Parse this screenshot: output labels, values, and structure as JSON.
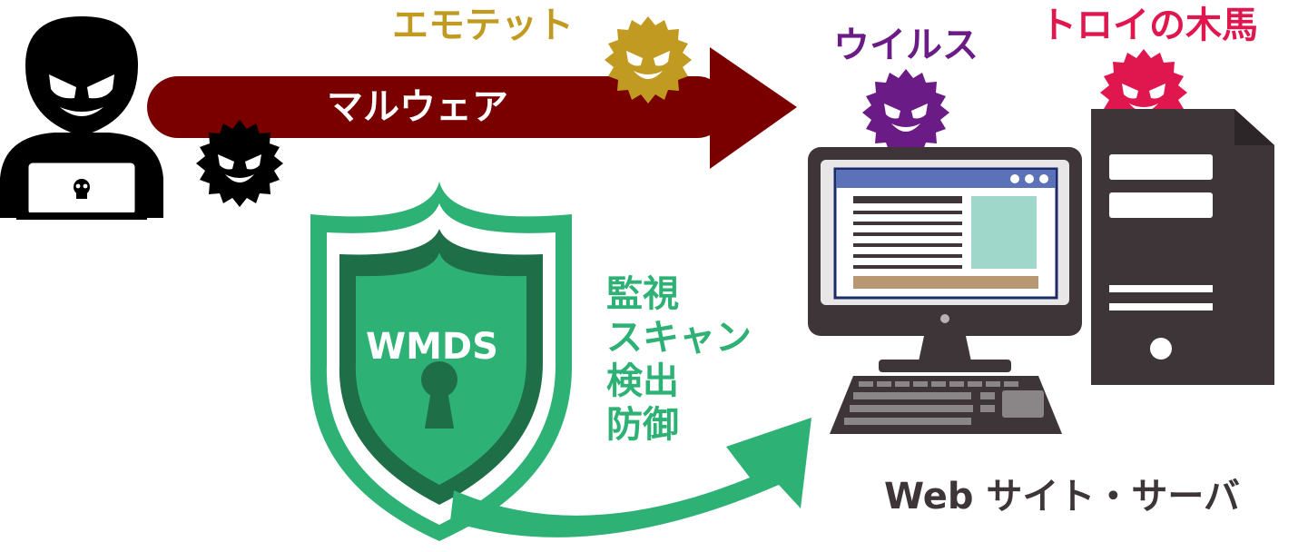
{
  "labels": {
    "emotet": "エモテット",
    "virus": "ウイルス",
    "trojan": "トロイの木馬",
    "malware": "マルウェア",
    "product": "WMDS",
    "actions": [
      "監視",
      "スキャン",
      "検出",
      "防御"
    ],
    "target": "Web サイト・サーバ"
  },
  "colors": {
    "malware_arrow": "#7a0000",
    "emotet": "#c19a22",
    "virus": "#6a1b86",
    "trojan": "#e0174f",
    "shield_green": "#2eb175",
    "shield_dark": "#1e6e47",
    "hacker": "#000000",
    "pc_dark": "#3d3537",
    "text_dark": "#3d3537"
  },
  "icons": [
    "hacker-icon",
    "skull-icon",
    "black-virus-icon",
    "emotet-virus-icon",
    "purple-virus-icon",
    "red-virus-icon",
    "shield-icon",
    "keyhole-icon",
    "monitor-icon",
    "keyboard-icon",
    "tower-server-icon"
  ]
}
